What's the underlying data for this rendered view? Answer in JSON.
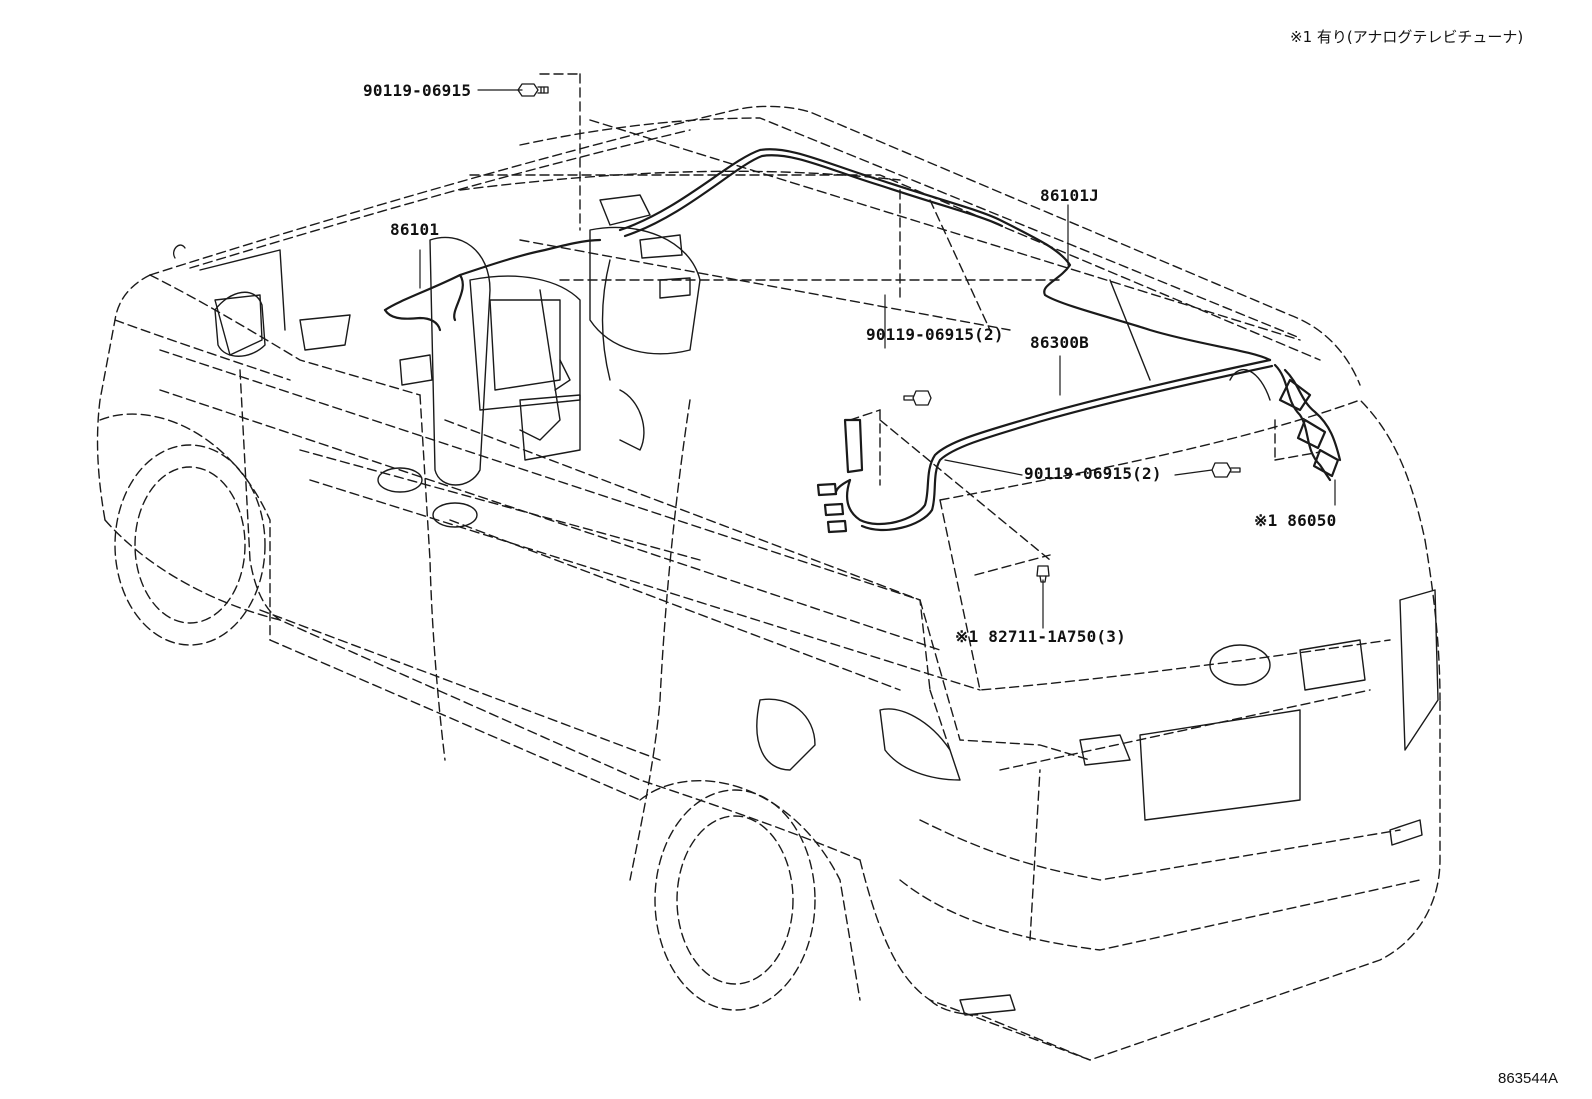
{
  "legend_note": "※1 有り(アナログテレビチューナ)",
  "diagram_code": "863544A",
  "part_labels": {
    "bolt_front_top": "90119-06915",
    "harness_front": "86101",
    "harness_rear": "86101J",
    "bolt_pillar": "90119-06915(2)",
    "antenna_cord": "86300B",
    "bolt_rear": "90119-06915(2)",
    "tuner": "※1 86050",
    "clip": "※1 82711-1A750(3)"
  },
  "colors": {
    "line": "#1a1a1a",
    "background": "#ffffff"
  }
}
